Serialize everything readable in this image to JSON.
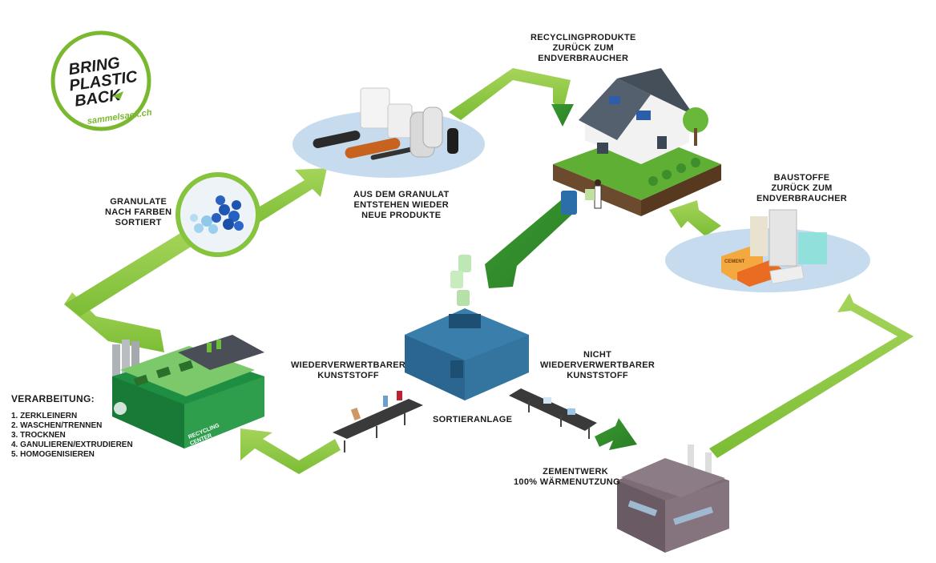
{
  "logo": {
    "lines": [
      "BRING",
      "PLASTIC",
      "BACK"
    ],
    "url": "sammelsack.ch"
  },
  "labels": {
    "recycling_products": [
      "RECYCLINGPRODUKTE",
      "ZURÜCK ZUM",
      "ENDVERBRAUCHER"
    ],
    "granulate": [
      "GRANULATE",
      "NACH FARBEN",
      "SORTIERT"
    ],
    "new_products": [
      "AUS DEM GRANULAT",
      "ENTSTEHEN WIEDER",
      "NEUE PRODUKTE"
    ],
    "building_materials": [
      "BAUSTOFFE",
      "ZURÜCK ZUM",
      "ENDVERBRAUCHER"
    ],
    "recyclable": [
      "WIEDERVERWERTBARER",
      "KUNSTSTOFF"
    ],
    "non_recyclable": [
      "NICHT",
      "WIEDERVERWERTBARER",
      "KUNSTSTOFF"
    ],
    "sorting_plant": "SORTIERANLAGE",
    "cement_plant": [
      "ZEMENTWERK",
      "100% WÄRMENUTZUNG"
    ]
  },
  "processing": {
    "title": "VERARBEITUNG:",
    "steps": [
      "1. ZERKLEINERN",
      "2. WASCHEN/TRENNEN",
      "3. TROCKNEN",
      "4. GANULIEREN/EXTRUDIEREN",
      "5. HOMOGENISIEREN"
    ]
  },
  "signs": {
    "recycling_center": [
      "RECYCLING",
      "CENTER"
    ],
    "cement_bag": "CEMENT"
  },
  "colors": {
    "arrow_green": "#86c43e",
    "arrow_dark": "#2f8a2a",
    "logo_green": "#7ab82f",
    "plate_blue": "#c6dcee",
    "machine_blue": "#2f6f96"
  }
}
